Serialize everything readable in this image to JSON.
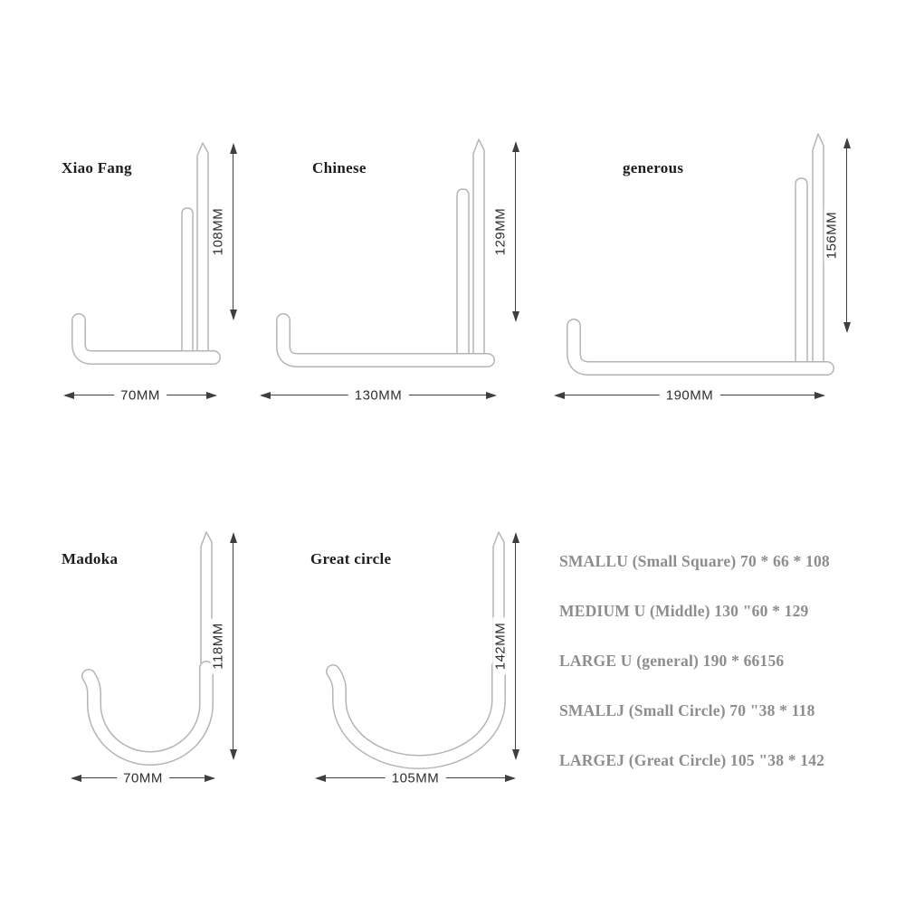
{
  "hooks": [
    {
      "name": "Xiao Fang",
      "height": "108MM",
      "width": "70MM"
    },
    {
      "name": "Chinese",
      "height": "129MM",
      "width": "130MM"
    },
    {
      "name": "generous",
      "height": "156MM",
      "width": "190MM"
    },
    {
      "name": "Madoka",
      "height": "118MM",
      "width": "70MM"
    },
    {
      "name": "Great circle",
      "height": "142MM",
      "width": "105MM"
    }
  ],
  "specs": [
    "SMALLU (Small Square) 70 * 66 * 108",
    "MEDIUM U (Middle) 130 \"60 * 129",
    "LARGE U (general) 190 * 66156",
    "SMALLJ (Small Circle) 70 \"38 * 118",
    "LARGEJ (Great Circle) 105 \"38 * 142"
  ],
  "colors": {
    "background": "#ffffff",
    "line_art": "#b5b5b5",
    "dimension_lines": "#3f3f3f",
    "hook_labels": "#1d1d1d",
    "spec_text": "#8d8d8d"
  }
}
